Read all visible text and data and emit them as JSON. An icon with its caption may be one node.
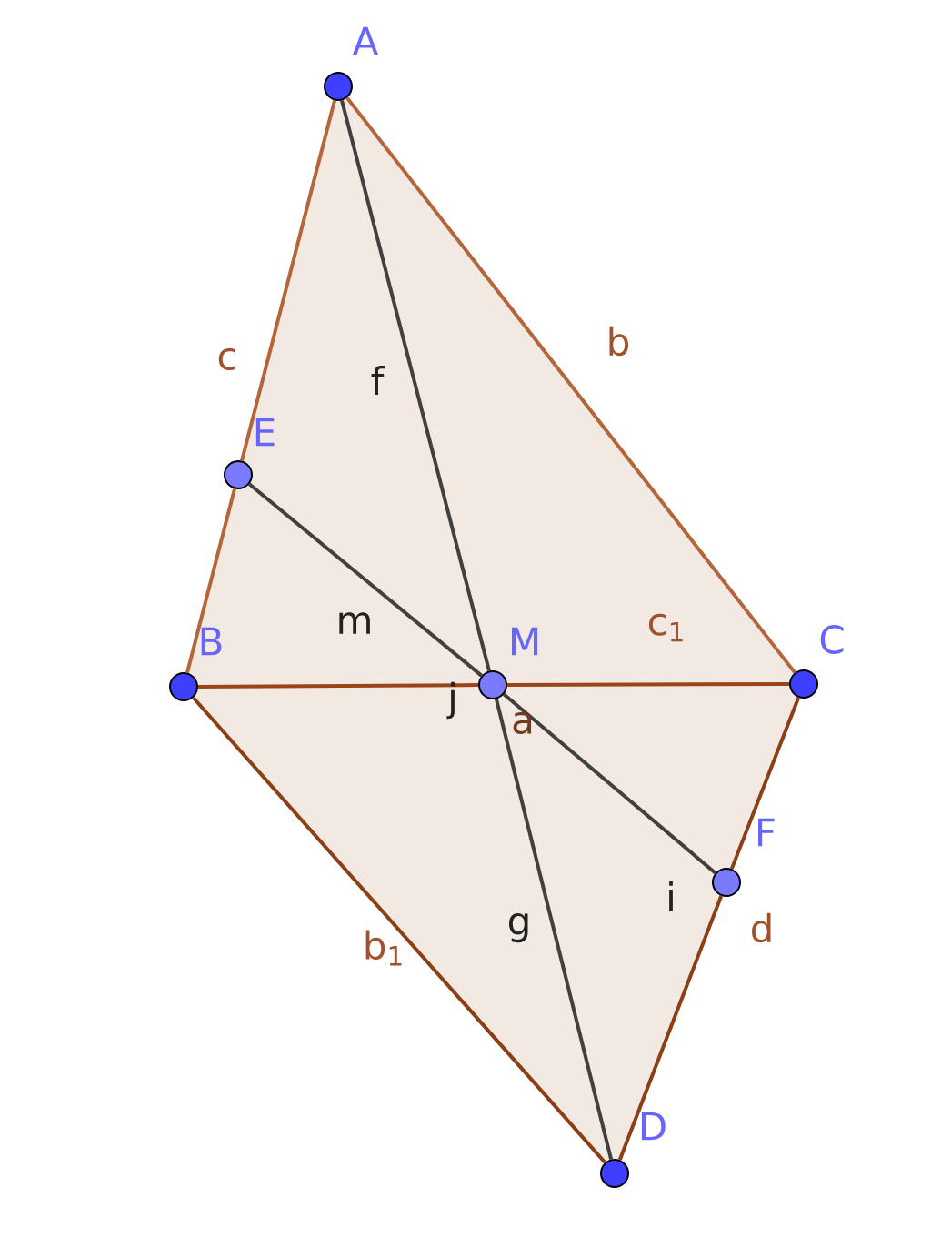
{
  "diagram": {
    "nodes": [
      {
        "text": [
          "A"
        ]
      },
      {
        "text": [
          "B"
        ]
      },
      {
        "text": [
          "C"
        ]
      },
      {
        "text": [
          "D"
        ]
      },
      {
        "text": [
          "M"
        ]
      },
      {
        "text": [
          "E"
        ]
      },
      {
        "text": [
          "F"
        ]
      }
    ],
    "edges": [
      {
        "from": 0,
        "to": 5,
        "arrow": "none",
        "label": "c",
        "color": "#b5653a"
      },
      {
        "from": 5,
        "to": 1,
        "arrow": "none",
        "color": "#b5653a"
      },
      {
        "from": 0,
        "to": 2,
        "arrow": "none",
        "label": "b",
        "color": "#b5653a"
      },
      {
        "from": 1,
        "to": 4,
        "arrow": "none",
        "label": "j",
        "color": "#9a4418"
      },
      {
        "from": 4,
        "to": 2,
        "arrow": "none",
        "label": "c$_{1}$",
        "color": "#9a4418"
      },
      {
        "from": 1,
        "to": 3,
        "arrow": "none",
        "label": "b$_{1}$",
        "color": "#8b3f14"
      },
      {
        "from": 2,
        "to": 6,
        "arrow": "none",
        "color": "#8b3f14"
      },
      {
        "from": 6,
        "to": 3,
        "arrow": "none",
        "label": "d",
        "color": "#8b3f14"
      },
      {
        "from": 0,
        "to": 4,
        "arrow": "none",
        "label": "f",
        "color": "#404040"
      },
      {
        "from": 4,
        "to": 3,
        "arrow": "none",
        "label": "g",
        "color": "#404040"
      },
      {
        "from": 5,
        "to": 4,
        "arrow": "none",
        "label": "m",
        "color": "#404040"
      },
      {
        "from": 4,
        "to": 6,
        "arrow": "none",
        "label": "i",
        "color": "#404040"
      }
    ],
    "labels": [
      "a"
    ]
  }
}
